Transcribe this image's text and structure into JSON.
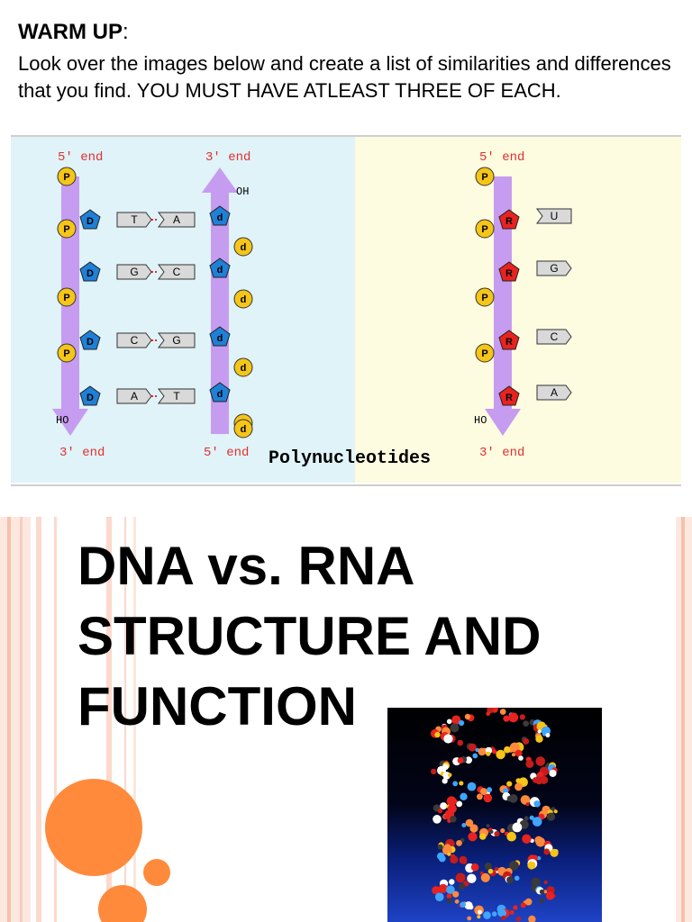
{
  "warm_up": {
    "heading": "WARM UP",
    "colon": ":",
    "instructions": "Look over the images below and create a list of similarities and differences that you find. YOU MUST HAVE ATLEAST THREE OF EACH."
  },
  "diagram": {
    "dna": {
      "top_left": "5' end",
      "top_right": "3' end",
      "bottom_left": "3' end",
      "bottom_right": "5' end",
      "oh": "OH",
      "ho": "HO",
      "phosphate": "P",
      "sugar_left": "D",
      "sugar_right": "d",
      "pairs": [
        [
          "T",
          "A"
        ],
        [
          "G",
          "C"
        ],
        [
          "C",
          "G"
        ],
        [
          "A",
          "T"
        ]
      ]
    },
    "rna": {
      "top": "5' end",
      "bottom": "3' end",
      "ho": "HO",
      "phosphate": "P",
      "sugar": "R",
      "bases": [
        "U",
        "G",
        "C",
        "A"
      ]
    },
    "caption": "Polynucleotides",
    "colors": {
      "dna_bg": "#dff3f8",
      "rna_bg": "#fdfbe0",
      "backbone": "#c69cf0",
      "dna_sugar": "#1e80d6",
      "rna_sugar": "#e8231f",
      "phosphate": "#f5c518",
      "end_label": "#e03030"
    }
  },
  "title_slide": {
    "lines": [
      "DNA vs. RNA",
      "STRUCTURE AND",
      "FUNCTION"
    ],
    "colors": {
      "accent": "#ff8a3c",
      "stripes": "#fbd9cc"
    }
  }
}
